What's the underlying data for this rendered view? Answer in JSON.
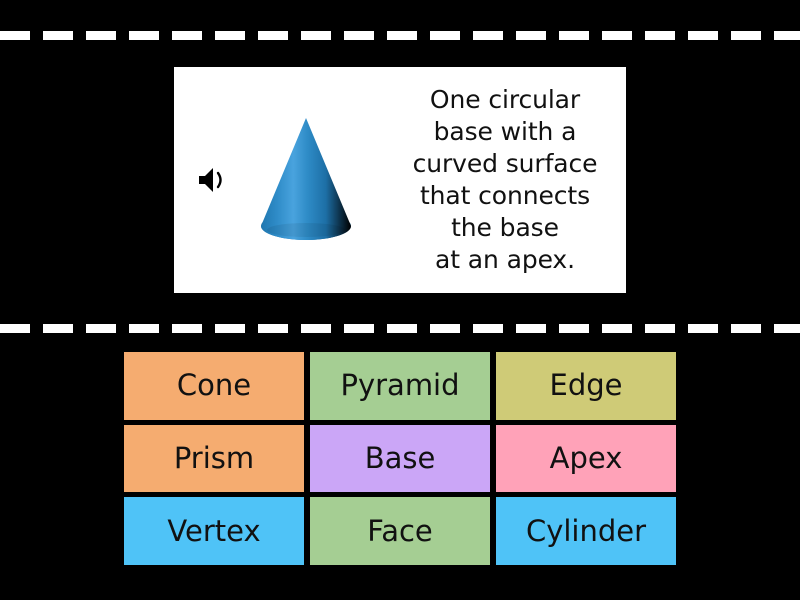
{
  "activity": {
    "type": "match-up-quiz",
    "background_color": "#000000"
  },
  "separators": {
    "dash_color": "#ffffff",
    "top_label": "top-dashed-divider",
    "bottom_label": "bottom-dashed-divider"
  },
  "question_card": {
    "background_color": "#ffffff",
    "audio": {
      "icon": "speaker-icon",
      "label": "Play audio"
    },
    "image": {
      "name": "cone-illustration",
      "shape": "cone",
      "color_light": "#4a9fd4",
      "color_mid": "#2b86c5",
      "color_dark": "#1c6fa8"
    },
    "prompt": "One circular\nbase with a\ncurved surface\nthat connects\nthe base\nat an apex."
  },
  "answers": {
    "tiles": [
      {
        "label": "Cone",
        "color": "#f5ac70"
      },
      {
        "label": "Pyramid",
        "color": "#a5ce93"
      },
      {
        "label": "Edge",
        "color": "#cfcb77"
      },
      {
        "label": "Prism",
        "color": "#f5ac70"
      },
      {
        "label": "Base",
        "color": "#cba6f7"
      },
      {
        "label": "Apex",
        "color": "#ffa2b8"
      },
      {
        "label": "Vertex",
        "color": "#4fc3f7"
      },
      {
        "label": "Face",
        "color": "#a5ce93"
      },
      {
        "label": "Cylinder",
        "color": "#4fc3f7"
      }
    ]
  }
}
